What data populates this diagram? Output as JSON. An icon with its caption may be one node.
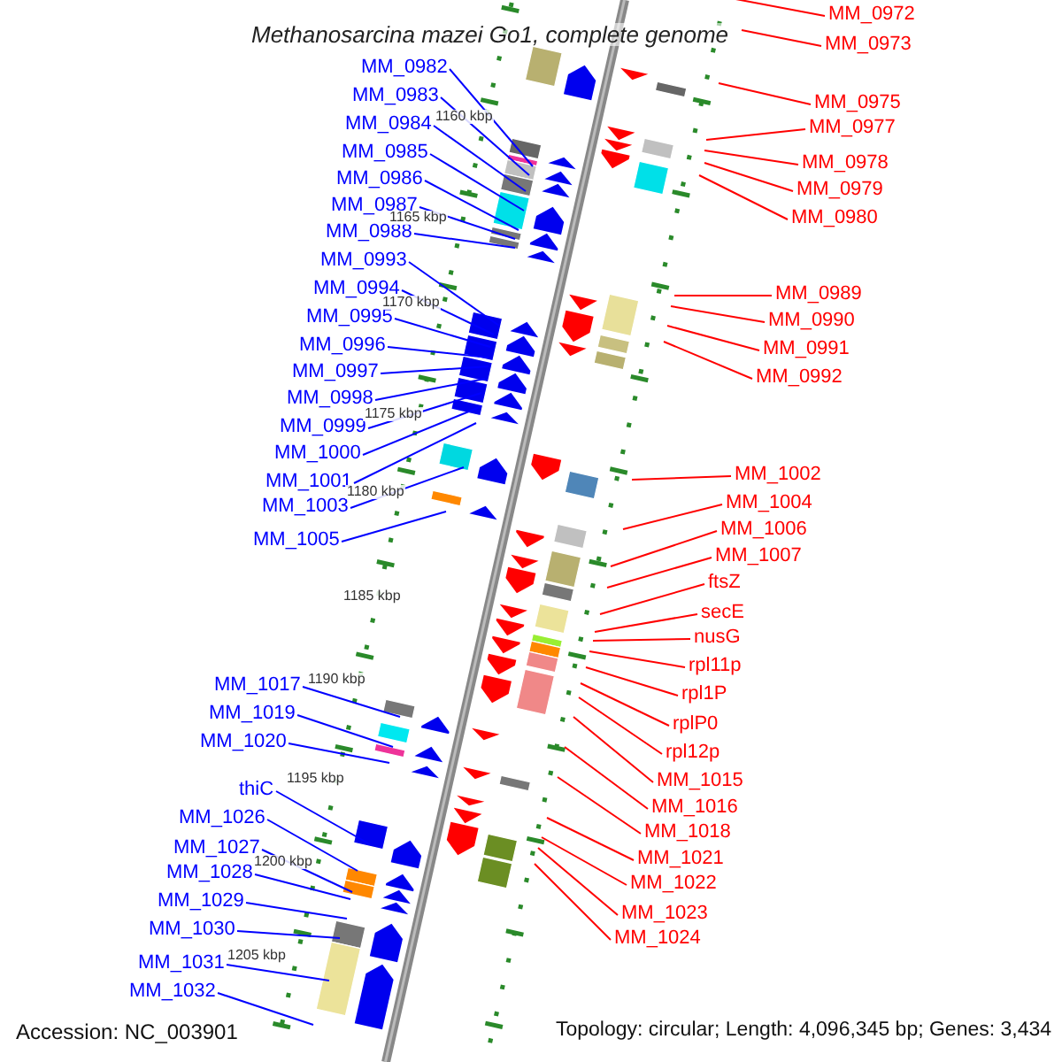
{
  "diagram": {
    "title": "Methanosarcina mazei Go1, complete genome",
    "nodes": [
      {
        "text": [
          "MM_0982"
        ]
      },
      {
        "text": [
          "MM_0983"
        ]
      },
      {
        "text": [
          "MM_0984"
        ]
      },
      {
        "text": [
          "MM_0985"
        ]
      },
      {
        "text": [
          "MM_0986"
        ]
      },
      {
        "text": [
          "MM_0987"
        ]
      },
      {
        "text": [
          "MM_0988"
        ]
      },
      {
        "text": [
          "MM_0993"
        ]
      },
      {
        "text": [
          "MM_0994"
        ]
      },
      {
        "text": [
          "MM_0995"
        ]
      },
      {
        "text": [
          "MM_0996"
        ]
      },
      {
        "text": [
          "MM_0997"
        ]
      },
      {
        "text": [
          "MM_0998"
        ]
      },
      {
        "text": [
          "MM_0999"
        ]
      },
      {
        "text": [
          "MM_1000"
        ]
      },
      {
        "text": [
          "MM_1001"
        ]
      },
      {
        "text": [
          "MM_1003"
        ]
      },
      {
        "text": [
          "MM_1005"
        ]
      },
      {
        "text": [
          "MM_1017"
        ]
      },
      {
        "text": [
          "MM_1019"
        ]
      },
      {
        "text": [
          "MM_1020"
        ]
      },
      {
        "text": [
          "thiC"
        ]
      },
      {
        "text": [
          "MM_1026"
        ]
      },
      {
        "text": [
          "MM_1027"
        ]
      },
      {
        "text": [
          "MM_1028"
        ]
      },
      {
        "text": [
          "MM_1029"
        ]
      },
      {
        "text": [
          "MM_1030"
        ]
      },
      {
        "text": [
          "MM_1031"
        ]
      },
      {
        "text": [
          "MM_1032"
        ]
      },
      {
        "text": [
          "MM_0972"
        ]
      },
      {
        "text": [
          "MM_0973"
        ]
      },
      {
        "text": [
          "MM_0975"
        ]
      },
      {
        "text": [
          "MM_0977"
        ]
      },
      {
        "text": [
          "MM_0978"
        ]
      },
      {
        "text": [
          "MM_0979"
        ]
      },
      {
        "text": [
          "MM_0980"
        ]
      },
      {
        "text": [
          "MM_0989"
        ]
      },
      {
        "text": [
          "MM_0990"
        ]
      },
      {
        "text": [
          "MM_0991"
        ]
      },
      {
        "text": [
          "MM_0992"
        ]
      },
      {
        "text": [
          "MM_1002"
        ]
      },
      {
        "text": [
          "MM_1004"
        ]
      },
      {
        "text": [
          "MM_1006"
        ]
      },
      {
        "text": [
          "MM_1007"
        ]
      },
      {
        "text": [
          "ftsZ"
        ]
      },
      {
        "text": [
          "secE"
        ]
      },
      {
        "text": [
          "nusG"
        ]
      },
      {
        "text": [
          "rpl11p"
        ]
      },
      {
        "text": [
          "rpl1P"
        ]
      },
      {
        "text": [
          "rplP0"
        ]
      },
      {
        "text": [
          "rpl12p"
        ]
      },
      {
        "text": [
          "MM_1015"
        ]
      },
      {
        "text": [
          "MM_1016"
        ]
      },
      {
        "text": [
          "MM_1018"
        ]
      },
      {
        "text": [
          "MM_1021"
        ]
      },
      {
        "text": [
          "MM_1022"
        ]
      },
      {
        "text": [
          "MM_1023"
        ]
      },
      {
        "text": [
          "MM_1024"
        ]
      }
    ],
    "edges": [
      {
        "from": 0,
        "to": null,
        "arrow": "none"
      },
      {
        "from": 1,
        "to": null,
        "arrow": "none"
      },
      {
        "from": 2,
        "to": null,
        "arrow": "none"
      },
      {
        "from": 3,
        "to": null,
        "arrow": "none"
      },
      {
        "from": 4,
        "to": null,
        "arrow": "none"
      },
      {
        "from": 5,
        "to": null,
        "arrow": "none"
      },
      {
        "from": 6,
        "to": null,
        "arrow": "none"
      },
      {
        "from": 7,
        "to": null,
        "arrow": "none"
      },
      {
        "from": 8,
        "to": null,
        "arrow": "none"
      },
      {
        "from": 9,
        "to": null,
        "arrow": "none"
      },
      {
        "from": 10,
        "to": null,
        "arrow": "none"
      },
      {
        "from": 11,
        "to": null,
        "arrow": "none"
      },
      {
        "from": 12,
        "to": null,
        "arrow": "none"
      },
      {
        "from": 13,
        "to": null,
        "arrow": "none"
      },
      {
        "from": 14,
        "to": null,
        "arrow": "none"
      },
      {
        "from": 15,
        "to": null,
        "arrow": "none"
      },
      {
        "from": 16,
        "to": null,
        "arrow": "none"
      },
      {
        "from": 17,
        "to": null,
        "arrow": "none"
      },
      {
        "from": 18,
        "to": null,
        "arrow": "none"
      },
      {
        "from": 19,
        "to": null,
        "arrow": "none"
      },
      {
        "from": 20,
        "to": null,
        "arrow": "none"
      },
      {
        "from": 21,
        "to": null,
        "arrow": "none"
      },
      {
        "from": 22,
        "to": null,
        "arrow": "none"
      },
      {
        "from": 23,
        "to": null,
        "arrow": "none"
      },
      {
        "from": 24,
        "to": null,
        "arrow": "none"
      },
      {
        "from": 25,
        "to": null,
        "arrow": "none"
      },
      {
        "from": 26,
        "to": null,
        "arrow": "none"
      },
      {
        "from": 27,
        "to": null,
        "arrow": "none"
      },
      {
        "from": 28,
        "to": null,
        "arrow": "none"
      },
      {
        "from": 29,
        "to": null,
        "arrow": "none",
        "color": "#ff0000"
      },
      {
        "from": 30,
        "to": null,
        "arrow": "none",
        "color": "#ff0000"
      },
      {
        "from": 31,
        "to": null,
        "arrow": "none",
        "color": "#ff0000"
      },
      {
        "from": 32,
        "to": null,
        "arrow": "none",
        "color": "#ff0000"
      },
      {
        "from": 33,
        "to": null,
        "arrow": "none",
        "color": "#ff0000"
      },
      {
        "from": 34,
        "to": null,
        "arrow": "none",
        "color": "#ff0000"
      },
      {
        "from": 35,
        "to": null,
        "arrow": "none",
        "color": "#ff0000"
      },
      {
        "from": 36,
        "to": null,
        "arrow": "none",
        "color": "#ff0000"
      },
      {
        "from": 37,
        "to": null,
        "arrow": "none",
        "color": "#ff0000"
      },
      {
        "from": 38,
        "to": null,
        "arrow": "none",
        "color": "#ff0000"
      },
      {
        "from": 39,
        "to": null,
        "arrow": "none",
        "color": "#ff0000"
      },
      {
        "from": 40,
        "to": null,
        "arrow": "none",
        "color": "#ff0000"
      },
      {
        "from": 41,
        "to": null,
        "arrow": "none",
        "color": "#ff0000"
      },
      {
        "from": 42,
        "to": null,
        "arrow": "none",
        "color": "#ff0000"
      },
      {
        "from": 43,
        "to": null,
        "arrow": "none",
        "color": "#ff0000"
      },
      {
        "from": 44,
        "to": null,
        "arrow": "none",
        "color": "#ff0000"
      },
      {
        "from": 45,
        "to": null,
        "arrow": "none",
        "color": "#ff0000"
      },
      {
        "from": 46,
        "to": null,
        "arrow": "none",
        "color": "#ff0000"
      },
      {
        "from": 47,
        "to": null,
        "arrow": "none",
        "color": "#ff0000"
      },
      {
        "from": 48,
        "to": null,
        "arrow": "none",
        "color": "#ff0000"
      },
      {
        "from": 49,
        "to": null,
        "arrow": "none",
        "color": "#ff0000"
      },
      {
        "from": 50,
        "to": null,
        "arrow": "none",
        "color": "#ff0000"
      },
      {
        "from": 51,
        "to": null,
        "arrow": "none",
        "color": "#ff0000"
      },
      {
        "from": 52,
        "to": null,
        "arrow": "none",
        "color": "#ff0000"
      },
      {
        "from": 53,
        "to": null,
        "arrow": "none",
        "color": "#ff0000"
      },
      {
        "from": 54,
        "to": null,
        "arrow": "none",
        "color": "#ff0000"
      },
      {
        "from": 55,
        "to": null,
        "arrow": "none",
        "color": "#ff0000"
      },
      {
        "from": 56,
        "to": null,
        "arrow": "none",
        "color": "#ff0000"
      },
      {
        "from": 57,
        "to": null,
        "arrow": "none",
        "color": "#ff0000"
      }
    ],
    "labels": [
      "1160 kbp",
      "1165 kbp",
      "1170 kbp",
      "1175 kbp",
      "1180 kbp",
      "1185 kbp",
      "1190 kbp",
      "1195 kbp",
      "1200 kbp",
      "1205 kbp",
      "Accession: NC_003901",
      "Topology: circular; Length: 4,096,345 bp; Genes: 3,434"
    ]
  }
}
